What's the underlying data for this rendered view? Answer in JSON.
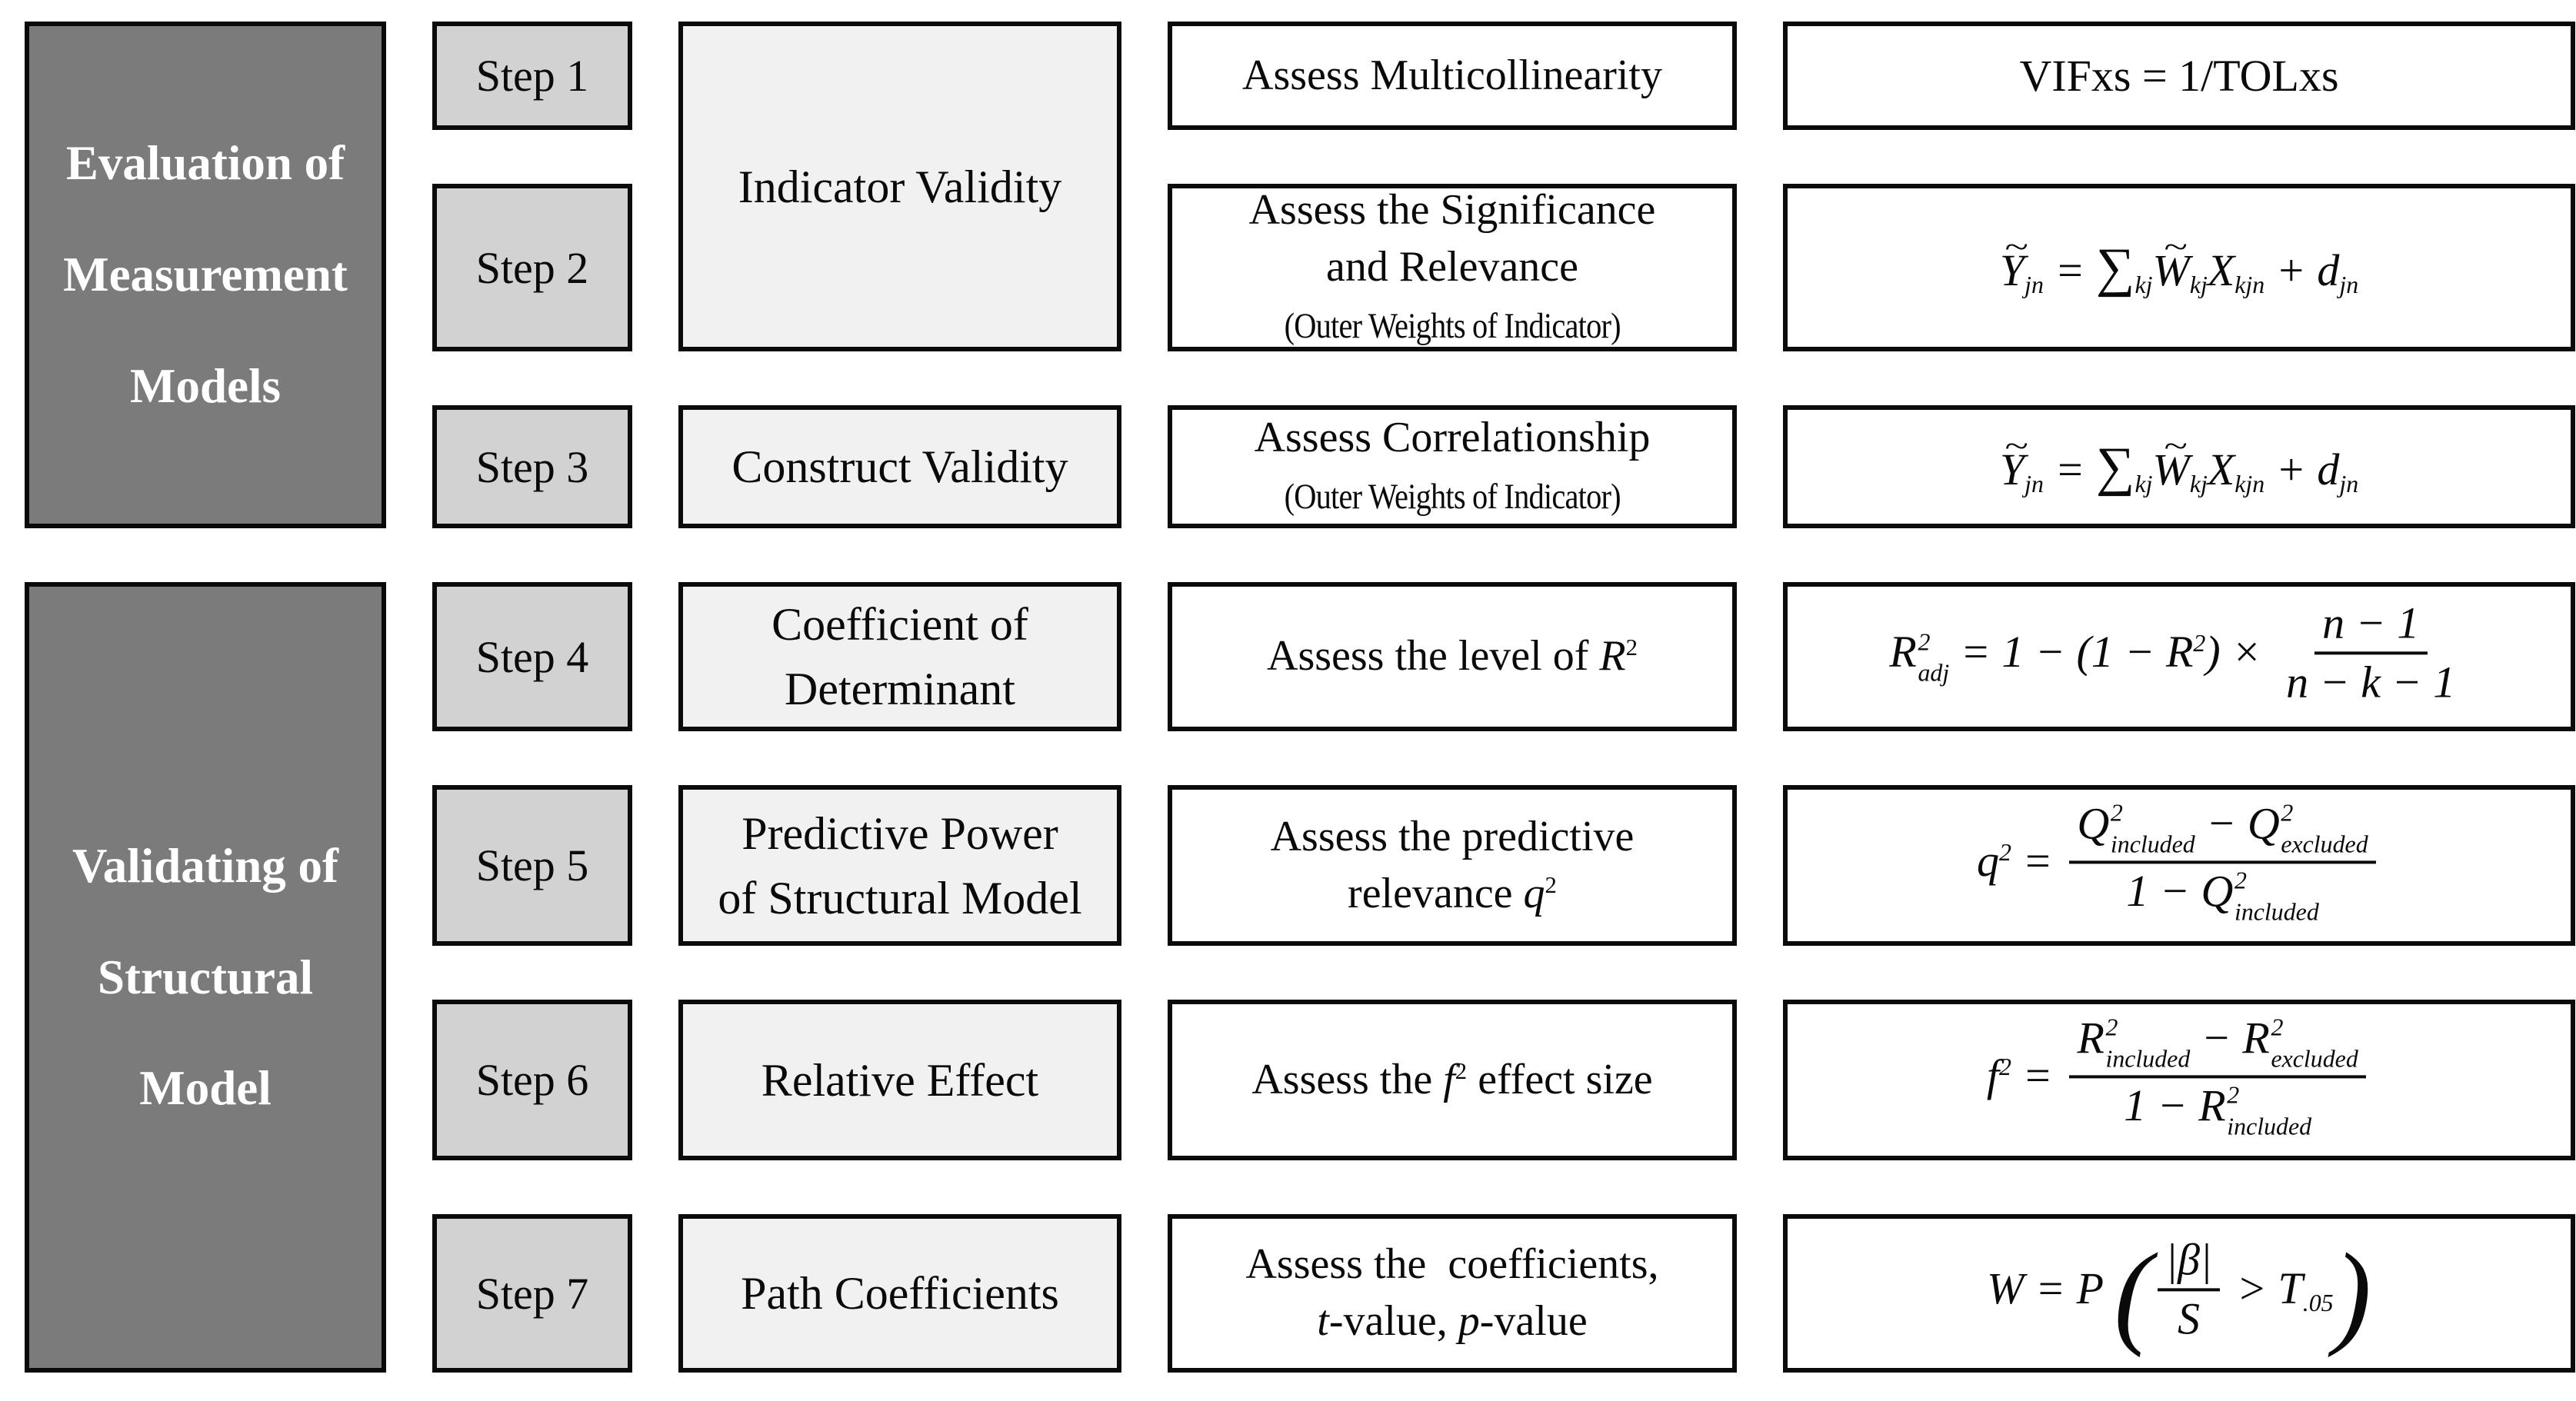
{
  "palette": {
    "background": "#ffffff",
    "dark_fill": "#7b7b7b",
    "dark_text": "#ffffff",
    "step_fill": "#d2d2d2",
    "category_fill": "#f1f1f1",
    "box_fill": "#ffffff",
    "border": "#0b0b0b"
  },
  "left_groups": [
    {
      "lines": [
        "Evaluation of",
        "Measurement",
        "Models"
      ]
    },
    {
      "lines": [
        "Validating of",
        "Structural",
        "Model"
      ]
    }
  ],
  "steps": [
    "Step 1",
    "Step 2",
    "Step 3",
    "Step 4",
    "Step 5",
    "Step 6",
    "Step 7"
  ],
  "categories": [
    {
      "lines": [
        "Indicator Validity"
      ]
    },
    {
      "lines": [
        "Construct Validity"
      ]
    },
    {
      "lines": [
        "Coefficient of",
        "Determinant"
      ]
    },
    {
      "lines": [
        "Predictive Power",
        "of Structural Model"
      ]
    },
    {
      "lines": [
        "Relative Effect"
      ]
    },
    {
      "lines": [
        "Path Coefficients"
      ]
    }
  ],
  "assess": [
    {
      "lines": [
        [
          {
            "t": "Assess Multicollinearity"
          }
        ]
      ]
    },
    {
      "lines": [
        [
          {
            "t": "Assess the Significance"
          }
        ],
        [
          {
            "t": "and Relevance"
          }
        ],
        [
          {
            "t": "(Outer Weights of Indicator)",
            "small": true
          }
        ]
      ]
    },
    {
      "lines": [
        [
          {
            "t": "Assess Correlationship"
          }
        ],
        [
          {
            "t": "(Outer Weights of Indicator)",
            "small": true
          }
        ]
      ]
    },
    {
      "lines": [
        [
          {
            "t": "Assess the level of "
          },
          {
            "base": "R",
            "sup": "2",
            "i": true
          }
        ]
      ]
    },
    {
      "lines": [
        [
          {
            "t": "Assess the predictive"
          }
        ],
        [
          {
            "t": "relevance "
          },
          {
            "base": "q",
            "sup": "2",
            "i": true
          }
        ]
      ]
    },
    {
      "lines": [
        [
          {
            "t": "Assess the "
          },
          {
            "base": "f",
            "sup": "2",
            "i": true
          },
          {
            "t": " effect size"
          }
        ]
      ]
    },
    {
      "lines": [
        [
          {
            "t": "Assess the  coefficients,"
          }
        ],
        [
          {
            "i": "t"
          },
          {
            "t": "-value, "
          },
          {
            "i": "p"
          },
          {
            "t": "-value"
          }
        ]
      ]
    }
  ],
  "formulas": [
    {
      "italic": false,
      "lines": [
        [
          {
            "t": "VIFxs = 1/TOLxs"
          }
        ]
      ]
    },
    {
      "italic": true,
      "lines": [
        [
          {
            "base": "Y",
            "tilde": true,
            "sub": "jn"
          },
          {
            "t": " = "
          },
          {
            "base": "∑",
            "sub": "kj",
            "sigma": true
          },
          {
            "base": "W",
            "tilde": true,
            "sub": "kj"
          },
          {
            "base": "X",
            "sub": "kjn"
          },
          {
            "t": " + "
          },
          {
            "base": "d",
            "sub": "jn"
          }
        ]
      ]
    },
    {
      "italic": true,
      "lines": [
        [
          {
            "base": "Y",
            "tilde": true,
            "sub": "jn"
          },
          {
            "t": " = "
          },
          {
            "base": "∑",
            "sub": "kj",
            "sigma": true
          },
          {
            "base": "W",
            "tilde": true,
            "sub": "kj"
          },
          {
            "base": "X",
            "sub": "kjn"
          },
          {
            "t": " + "
          },
          {
            "base": "d",
            "sub": "jn"
          }
        ]
      ]
    },
    {
      "italic": true,
      "lines": [
        [
          {
            "base": "R",
            "sup": "2",
            "sub": "adj"
          },
          {
            "t": " = 1 − (1 − "
          },
          {
            "base": "R",
            "sup": "2"
          },
          {
            "t": ") × "
          },
          {
            "frac": {
              "num": [
                {
                  "t": "n − 1"
                }
              ],
              "den": [
                {
                  "t": "n − k − 1"
                }
              ]
            }
          }
        ]
      ]
    },
    {
      "italic": true,
      "lines": [
        [
          {
            "base": "q",
            "sup": "2"
          },
          {
            "t": " = "
          },
          {
            "frac": {
              "num": [
                {
                  "base": "Q",
                  "sup": "2",
                  "sub": "included"
                },
                {
                  "t": " − "
                },
                {
                  "base": "Q",
                  "sup": "2",
                  "sub": "excluded"
                }
              ],
              "den": [
                {
                  "t": "1 − "
                },
                {
                  "base": "Q",
                  "sup": "2",
                  "sub": "included"
                }
              ]
            }
          }
        ]
      ]
    },
    {
      "italic": true,
      "lines": [
        [
          {
            "base": "f",
            "sup": "2"
          },
          {
            "t": " = "
          },
          {
            "frac": {
              "num": [
                {
                  "base": "R",
                  "sup": "2",
                  "sub": "included"
                },
                {
                  "t": " − "
                },
                {
                  "base": "R",
                  "sup": "2",
                  "sub": "excluded"
                }
              ],
              "den": [
                {
                  "t": "1 − "
                },
                {
                  "base": "R",
                  "sup": "2",
                  "sub": "included"
                }
              ]
            }
          }
        ]
      ]
    },
    {
      "italic": true,
      "lines": [
        [
          {
            "t": "W = P "
          },
          {
            "big": "("
          },
          {
            "frac": {
              "num": [
                {
                  "t": "|β|"
                }
              ],
              "den": [
                {
                  "t": "S"
                }
              ]
            }
          },
          {
            "t": " > "
          },
          {
            "base": "T",
            "sub": ".05"
          },
          {
            "big": ")"
          }
        ]
      ]
    }
  ]
}
